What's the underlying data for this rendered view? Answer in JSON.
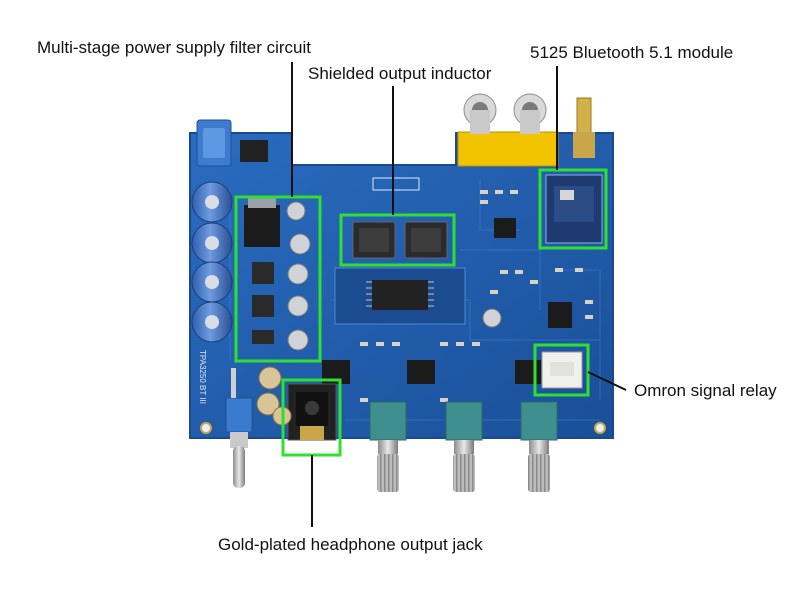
{
  "callouts": {
    "filter": "Multi-stage power supply filter circuit",
    "inductor": "Shielded output inductor",
    "bluetooth": "5125 Bluetooth 5.1 module",
    "relay": "Omron signal relay",
    "jack": "Gold-plated headphone output jack"
  },
  "board": {
    "silkscreen_model": "TPA3250 BT III"
  },
  "colors": {
    "pcb": "#1f5fb0",
    "highlight": "#2fe02f",
    "leader": "#111111",
    "rca": "#f2c400",
    "pot": "#3f8f8f"
  }
}
